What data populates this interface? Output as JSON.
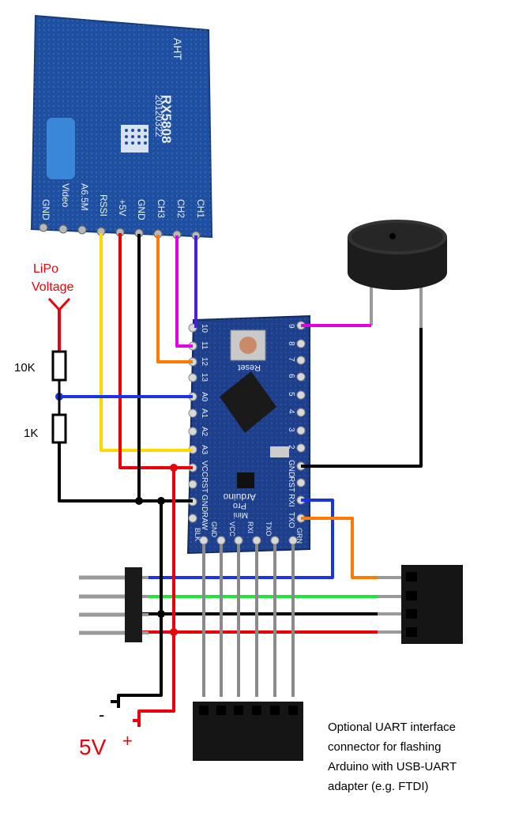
{
  "labels": {
    "lipo_line1": "LiPo",
    "lipo_line2": "Voltage",
    "r_top": "10K",
    "r_bottom": "1K",
    "minus": "-",
    "plus": "+",
    "five_v": "5V",
    "note_line1": "Optional UART interface",
    "note_line2": "connector for flashing",
    "note_line3": "Arduino with USB-UART",
    "note_line4": "adapter (e.g. FTDI)"
  },
  "rx_module": {
    "brand": "AHT",
    "model": "RX5808",
    "date": "20120322",
    "pins": [
      "GND",
      "Video",
      "A6.5M",
      "RSSI",
      "+5V",
      "GND",
      "CH3",
      "CH2",
      "CH1"
    ]
  },
  "arduino": {
    "left_pins": [
      "10",
      "11",
      "12",
      "13",
      "A0",
      "A1",
      "A2",
      "A3",
      "VCC",
      "RST",
      "GND",
      "RAW"
    ],
    "right_pins": [
      "9",
      "8",
      "7",
      "6",
      "5",
      "4",
      "3",
      "2",
      "GND",
      "RST",
      "RXI",
      "TXO"
    ],
    "bottom_pins": [
      "BLK",
      "GND",
      "VCC",
      "RXI",
      "TXO",
      "GRN"
    ],
    "reset_label": "Reset",
    "board_name": "Arduino",
    "board_name2": "Pro",
    "board_name3": "Mini"
  },
  "colors": {
    "rssi": "#ffd800",
    "power": "#e8000b",
    "ground": "#000000",
    "ch3": "#ff7a00",
    "ch2": "#e000e0",
    "ch1": "#4b1fd6",
    "a0": "#1a33e6",
    "rx_line": "#1a33e6",
    "tx_line": "#ff7a00",
    "green_line": "#22e632",
    "module_pcb": "#1f4fa0",
    "arduino_pcb": "#1e3f8c",
    "uart_pins": "#8a8a8a"
  }
}
